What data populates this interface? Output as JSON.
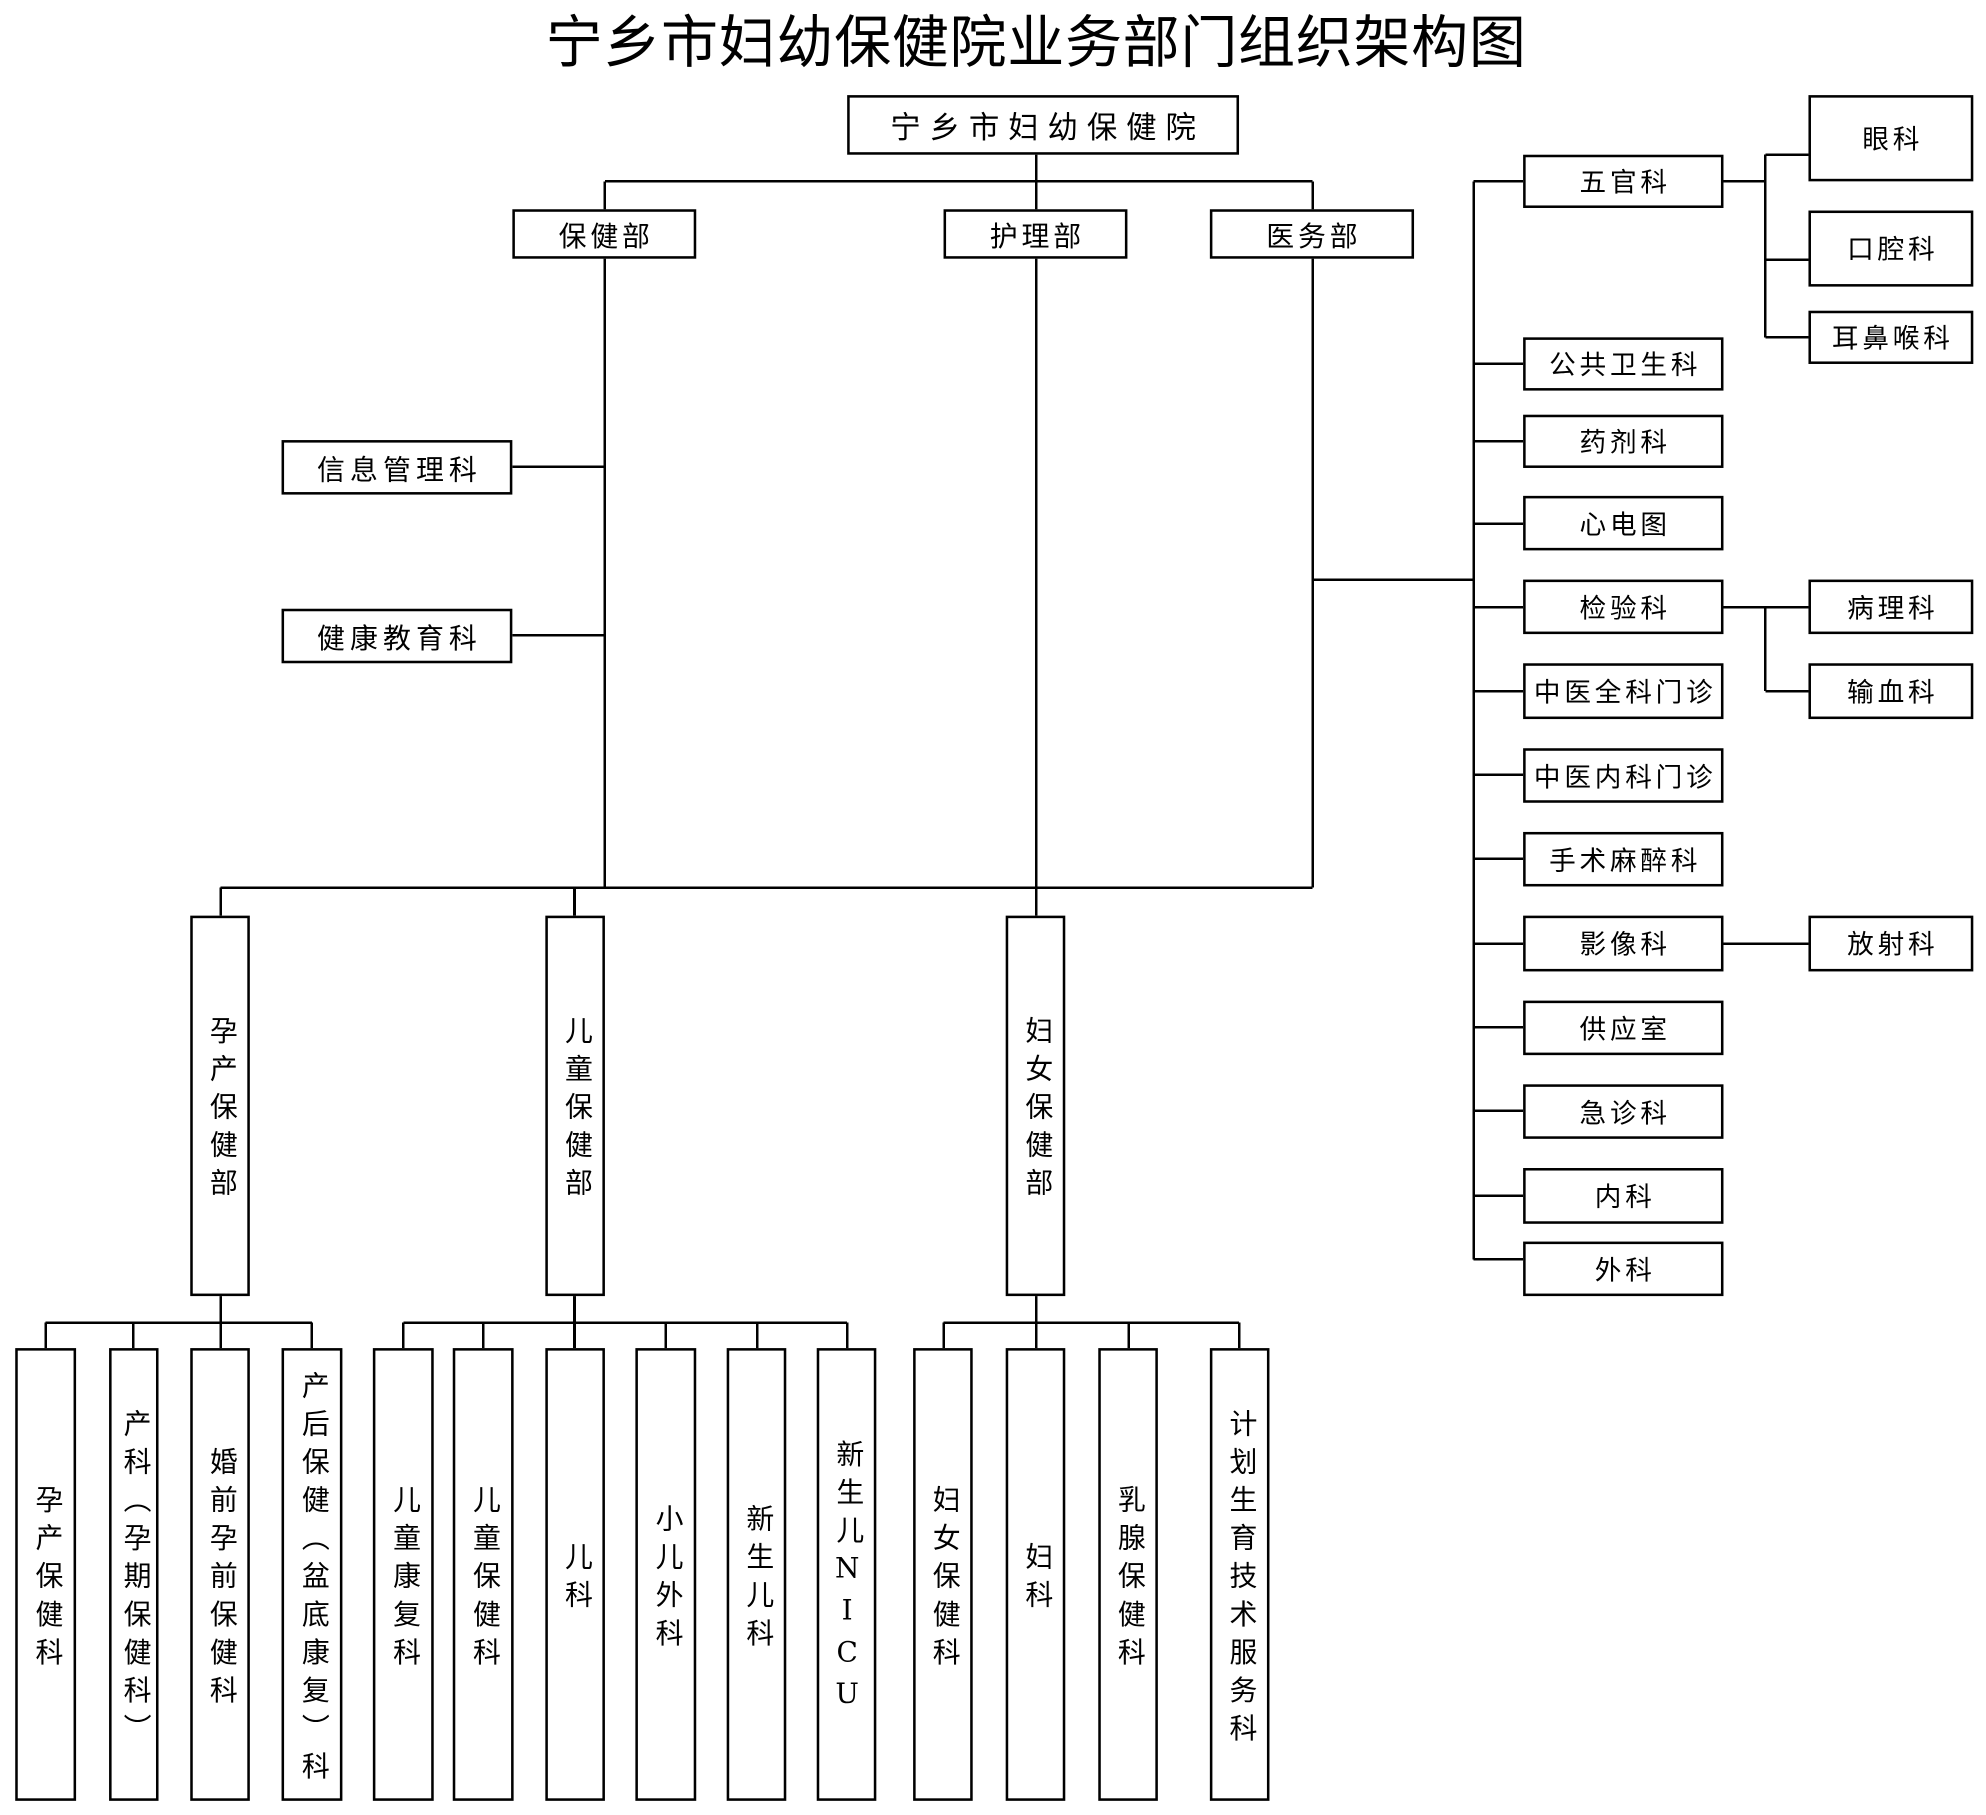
{
  "title": "宁乡市妇幼保健院业务部门组织架构图",
  "root": "宁乡市妇幼保健院",
  "departments": [
    {
      "label": "保健部",
      "sections": [
        "信息管理科",
        "健康教育科"
      ]
    },
    {
      "label": "护理部"
    },
    {
      "label": "医务部",
      "sections": [
        {
          "label": "五官科",
          "subs": [
            "眼科",
            "口腔科",
            "耳鼻喉科"
          ]
        },
        {
          "label": "公共卫生科"
        },
        {
          "label": "药剂科"
        },
        {
          "label": "心电图"
        },
        {
          "label": "检验科",
          "subs": [
            "病理科",
            "输血科"
          ]
        },
        {
          "label": "中医全科门诊"
        },
        {
          "label": "中医内科门诊"
        },
        {
          "label": "手术麻醉科"
        },
        {
          "label": "影像科",
          "subs": [
            "放射科"
          ]
        },
        {
          "label": "供应室"
        },
        {
          "label": "急诊科"
        },
        {
          "label": "内科"
        },
        {
          "label": "外科"
        }
      ]
    }
  ],
  "divisions": [
    {
      "label": "孕产保健部",
      "units": [
        "孕产保健科",
        "产科（孕期保健科）",
        "婚前孕前保健科",
        "产后保健（盆底康复）科"
      ]
    },
    {
      "label": "儿童保健部",
      "units": [
        "儿童康复科",
        "儿童保健科",
        "儿科",
        "小儿外科",
        "新生儿科",
        "新生儿NICU"
      ]
    },
    {
      "label": "妇女保健部",
      "units": [
        "妇女保健科",
        "妇科",
        "乳腺保健科",
        "计划生育技术服务科"
      ]
    }
  ]
}
